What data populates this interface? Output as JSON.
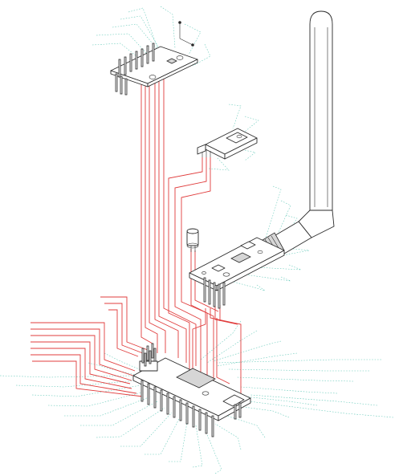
{
  "diagram": {
    "kind": "exploded-isometric-wiring",
    "colors": {
      "background": "#ffffff",
      "outline": "#2a2a2a",
      "wire": "#e03c3c",
      "leader": "#5ec7b6",
      "shade": "#d6d6d6"
    },
    "components": [
      {
        "id": "sensor-breakout-module",
        "icon": "pcb-module-icon"
      },
      {
        "id": "voltage-regulator",
        "icon": "to220-regulator-icon"
      },
      {
        "id": "capacitor",
        "icon": "electrolytic-capacitor-icon"
      },
      {
        "id": "radio-transceiver-module",
        "icon": "radio-module-icon"
      },
      {
        "id": "antenna",
        "icon": "rubber-duck-antenna-icon"
      },
      {
        "id": "microcontroller-board",
        "icon": "nano-board-icon"
      },
      {
        "id": "axis-indicator",
        "icon": "axis-gizmo-icon"
      }
    ]
  }
}
